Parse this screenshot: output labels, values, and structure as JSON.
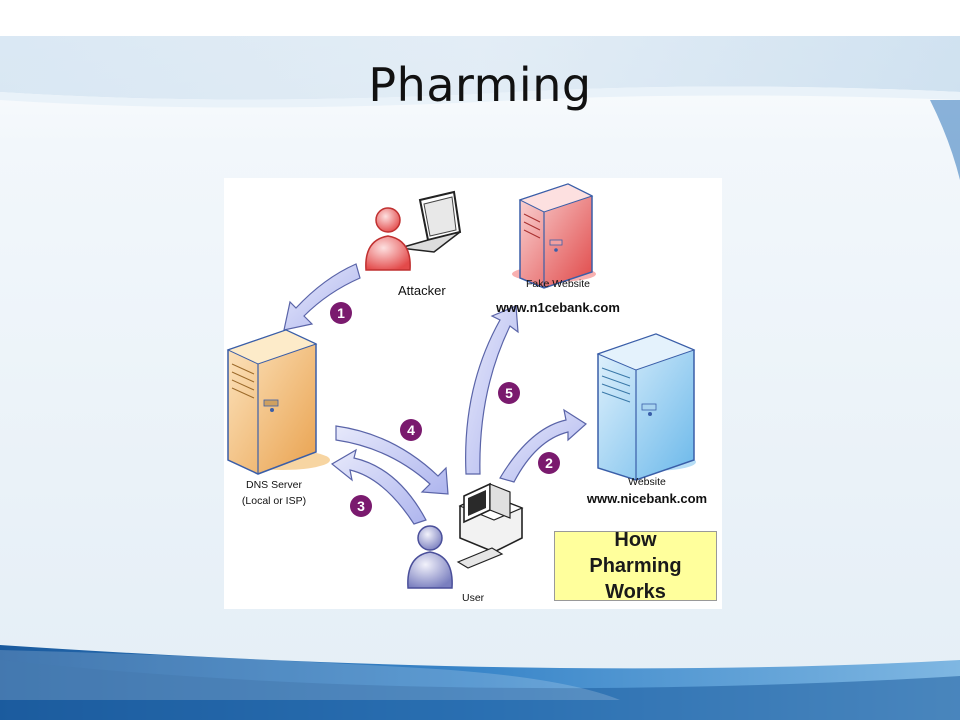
{
  "slide": {
    "title": "Pharming"
  },
  "diagram": {
    "nodes": {
      "attacker": {
        "label": "Attacker"
      },
      "fake_website": {
        "label": "Fake Website",
        "url": "www.n1cebank.com"
      },
      "website": {
        "label": "Website",
        "url": "www.nicebank.com"
      },
      "dns_server": {
        "label": "DNS Server",
        "sublabel": "(Local or ISP)"
      },
      "user": {
        "label": "User"
      }
    },
    "steps": [
      "1",
      "2",
      "3",
      "4",
      "5"
    ],
    "caption": "How Pharming Works"
  },
  "colors": {
    "step_badge": "#7a1a6e",
    "caption_bg": "#ffff9c",
    "arrow_fill": "#c8cdf3",
    "arrow_stroke": "#5a64a8",
    "attacker_red": "#e34a4a",
    "dns_orange": "#f7c98a",
    "website_blue": "#a9d6f5"
  }
}
